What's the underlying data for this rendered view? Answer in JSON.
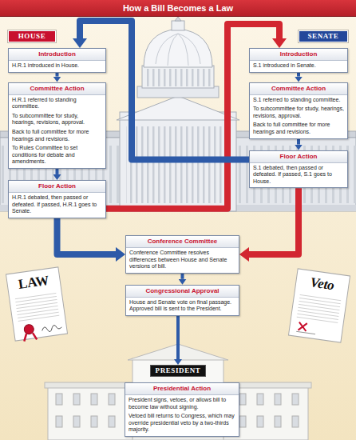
{
  "diagram": {
    "title": "How a Bill Becomes a Law",
    "nodes": [
      {
        "text": [
          "HOUSE"
        ]
      },
      {
        "text": [
          "SENATE"
        ]
      },
      {
        "text": [
          "Introduction",
          "H.R.1 introduced in House."
        ]
      },
      {
        "text": [
          "Committee Action",
          "H.R.1 referred to standing committee.",
          "To subcommittee for study, hearings, revisions, approval.",
          "Back to full committee for more hearings and revisions.",
          "To Rules Committee to set conditions for debate and amendments."
        ]
      },
      {
        "text": [
          "Floor Action",
          "H.R.1 debated, then passed or defeated. If passed, H.R.1 goes to Senate."
        ]
      },
      {
        "text": [
          "Introduction",
          "S.1 introduced in Senate."
        ]
      },
      {
        "text": [
          "Committee Action",
          "S.1 referred to standing committee.",
          "To subcommittee for study, hearings, revisions, approval.",
          "Back to full committee for more hearings and revisions."
        ]
      },
      {
        "text": [
          "Floor Action",
          "S.1 debated, then passed or defeated. If passed, S.1 goes to House."
        ]
      },
      {
        "text": [
          "Conference Committee",
          "Conference Committee resolves differences between House and Senate versions of bill."
        ]
      },
      {
        "text": [
          "Congressional Approval",
          "House and Senate vote on final passage. Approved bill is sent to the President."
        ]
      },
      {
        "text": [
          "PRESIDENT"
        ]
      },
      {
        "text": [
          "Presidential Action",
          "President signs, vetoes, or allows bill to become law without signing.",
          "Vetoed bill returns to Congress, which may override presidential veto by a two-thirds majority."
        ]
      }
    ],
    "edges": [
      {
        "from": 2,
        "to": 3,
        "arrow": "to"
      },
      {
        "from": 3,
        "to": 4,
        "arrow": "to"
      },
      {
        "from": 5,
        "to": 6,
        "arrow": "to"
      },
      {
        "from": 6,
        "to": 7,
        "arrow": "to"
      },
      {
        "from": 4,
        "to": 5,
        "arrow": "to"
      },
      {
        "from": 7,
        "to": 2,
        "arrow": "to"
      },
      {
        "from": 4,
        "to": 8,
        "arrow": "to"
      },
      {
        "from": 7,
        "to": 8,
        "arrow": "to"
      },
      {
        "from": 8,
        "to": 9,
        "arrow": "to"
      },
      {
        "from": 9,
        "to": 10,
        "arrow": "to"
      }
    ],
    "labels": [
      "LAW",
      "Veto"
    ]
  }
}
